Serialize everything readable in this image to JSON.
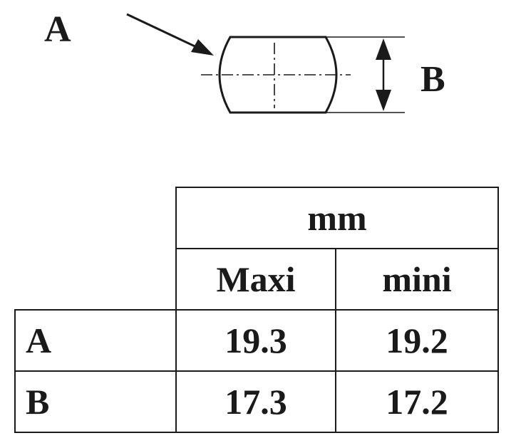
{
  "diagram": {
    "label_a": "A",
    "label_b": "B"
  },
  "table": {
    "unit": "mm",
    "columns": [
      "Maxi",
      "mini"
    ],
    "rows": [
      {
        "label": "A",
        "maxi": "19.3",
        "mini": "19.2"
      },
      {
        "label": "B",
        "maxi": "17.3",
        "mini": "17.2"
      }
    ]
  }
}
